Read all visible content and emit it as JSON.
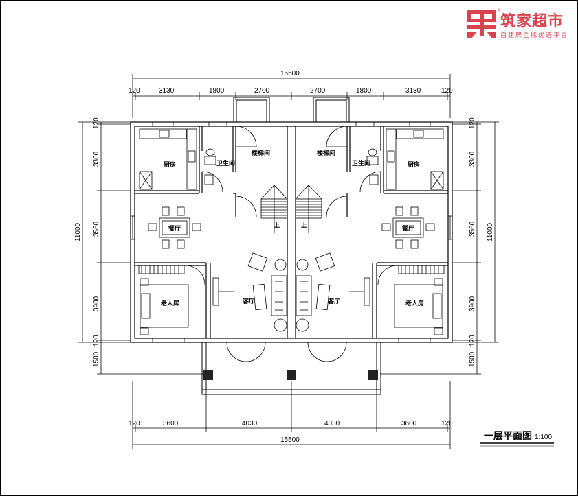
{
  "logo": {
    "name": "筑家超市",
    "tagline": "自建房全能优选平台",
    "brand_color": "#d9434f",
    "registered": "®"
  },
  "drawing": {
    "title": "一层平面图",
    "scale": "1:100"
  },
  "dimensions": {
    "top_total": "15500",
    "top_segments": [
      "120",
      "3130",
      "1800",
      "2700",
      "2700",
      "1800",
      "3130",
      "120"
    ],
    "bottom_total": "15500",
    "bottom_segments": [
      "120",
      "3600",
      "4030",
      "4030",
      "3600",
      "120"
    ],
    "left_total": "11000",
    "left_segments": [
      "120",
      "3300",
      "3560",
      "3900",
      "120",
      "1500"
    ],
    "right_total": "11000",
    "right_segments": [
      "120",
      "3300",
      "3560",
      "3900",
      "120",
      "1500"
    ]
  },
  "rooms": {
    "kitchen": "厨房",
    "bathroom": "卫生间",
    "stairwell": "楼梯间",
    "dining": "餐厅",
    "elder_bedroom": "老人房",
    "living": "客厅",
    "up": "上"
  }
}
